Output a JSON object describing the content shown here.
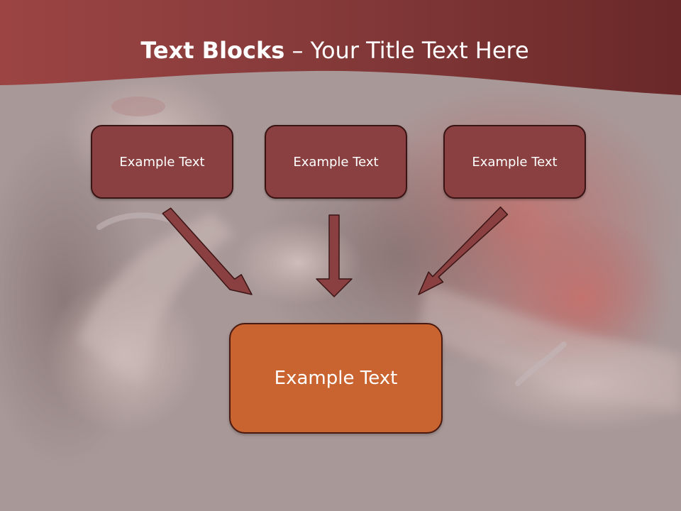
{
  "slide": {
    "title_bold": "Text Blocks",
    "title_separator": " – ",
    "title_rest": "Your Title Text Here"
  },
  "diagram": {
    "top_boxes": [
      {
        "label": "Example Text"
      },
      {
        "label": "Example Text"
      },
      {
        "label": "Example Text"
      }
    ],
    "bottom_box": {
      "label": "Example Text"
    }
  },
  "colors": {
    "header": "#7a3535",
    "small_box_fill": "#8a4040",
    "large_box_fill": "#c96430",
    "arrow_fill": "#8a4040",
    "arrow_outline": "#3a1414"
  }
}
